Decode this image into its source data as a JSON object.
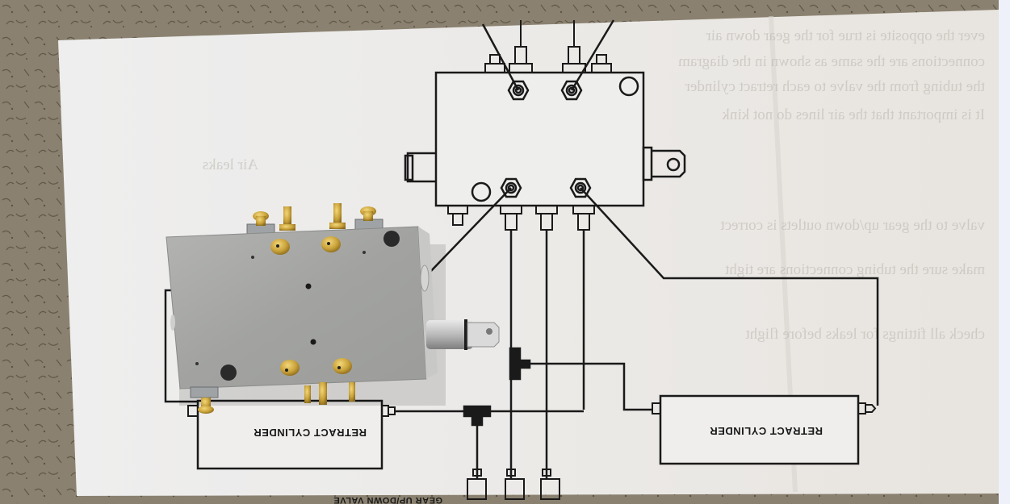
{
  "diagram": {
    "kind": "hydraulic valve schematic photo",
    "orientation": "printed upside-down",
    "labels": {
      "cylinder_left": "RETRACT CYLINDER",
      "cylinder_right": "RETRACT CYLINDER",
      "bottom_cutoff_text": "GEAR UP/DOWN VALVE"
    },
    "ghost_text_lines": [
      "ever the opposite is true for the gear down air",
      "connections are the same as shown in the diagram",
      "the tubing from the valve to each retract cylinder",
      "It is important that the air lines do not kink",
      "Air leaks",
      "valve to the gear up/down outlets is correct",
      "make sure the tubing connections are tight",
      "check all fittings for leaks before flight"
    ],
    "colors": {
      "background_carpet": "#8a8170",
      "paper": "#ecebe8",
      "ink": "#1a1a1a",
      "aluminum_block": "#a7a8a6",
      "brass_fitting": "#c9a23a",
      "edge_strip": "#eef1f9"
    }
  }
}
